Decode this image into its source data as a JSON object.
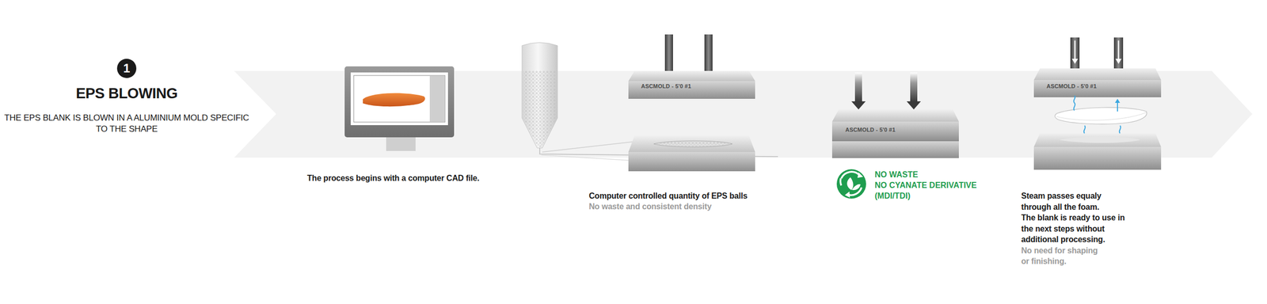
{
  "diagram": {
    "title": "EPS BLOWING",
    "nodes": [
      {
        "text": [
          "1"
        ]
      },
      {
        "text": [
          "ASCMOLD - 5'0 #1"
        ]
      },
      {
        "text": [
          "ASCMOLD - 5'0 #1"
        ]
      },
      {
        "text": [
          "ASCMOLD - 5'0 #1"
        ]
      }
    ],
    "labels": [
      "THE EPS BLANK IS BLOWN IN A ALUMINIUM MOLD SPECIFIC TO THE SHAPE",
      "The process begins with a computer CAD file.",
      "Computer controlled quantity of EPS balls",
      "No waste and consistent density",
      "NO WASTE",
      "NO CYANATE DERIVATIVE",
      "(MDI/TDI)",
      "Steam passes equaly through all the foam.",
      "The blank is ready to use in the next steps without additional processing.",
      "No need for shaping or finishing."
    ]
  }
}
